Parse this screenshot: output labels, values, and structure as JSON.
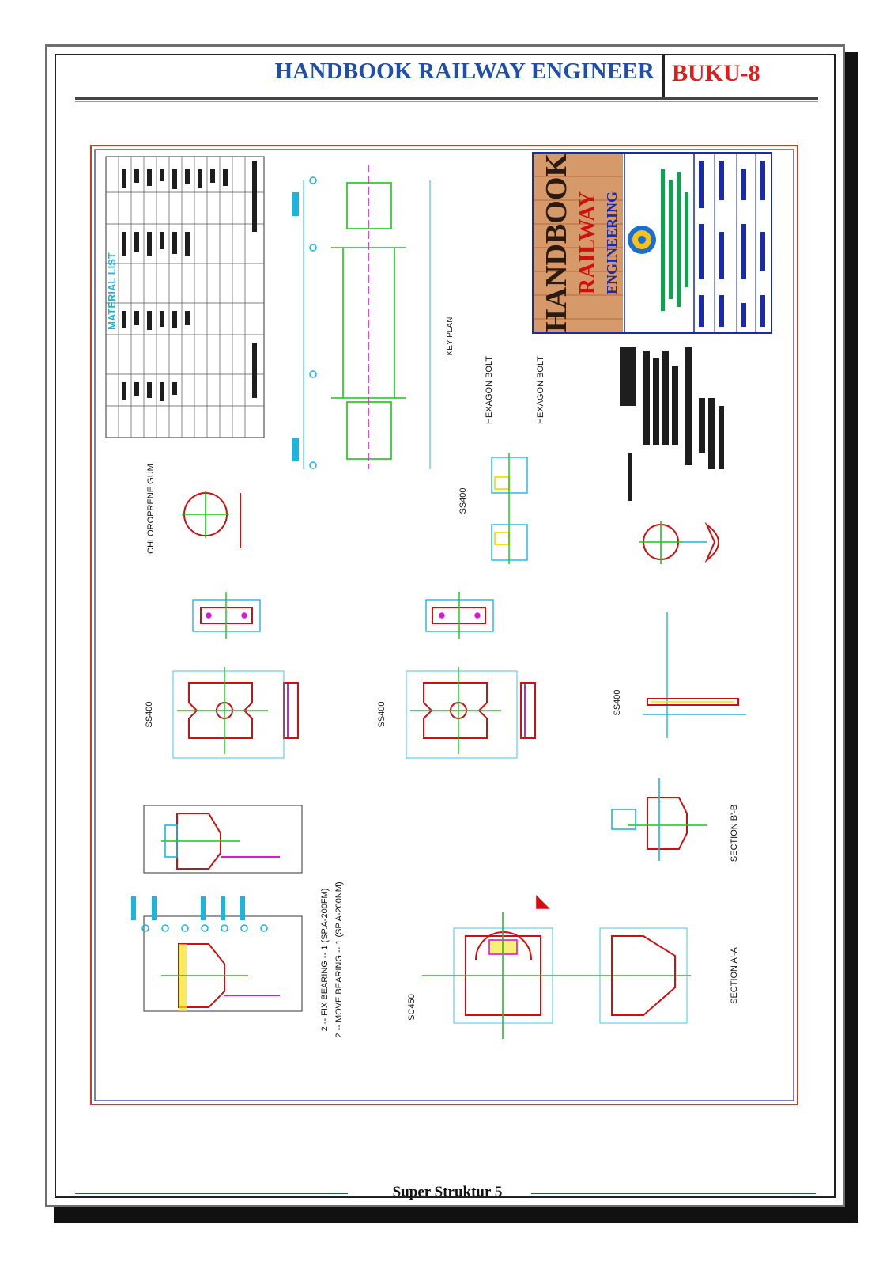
{
  "header": {
    "title": "HANDBOOK RAILWAY ENGINEER",
    "book": "BUKU-8"
  },
  "drawing": {
    "material_list_title": "MATERIAL LIST",
    "key_plan_label": "KEY PLAN",
    "hexagon_bolt_labels": [
      "HEXAGON BOLT",
      "HEXAGON BOLT"
    ],
    "chloroprene_label": "CHLOROPRENE GUM",
    "material_labels": [
      "SS400",
      "SS400",
      "SS400",
      "SS400",
      "SC450"
    ],
    "bearing_notes": [
      "2 -- FIX BEARING -- 1 (SP.A-200FM)",
      "2 -- MOVE BEARING -- 1 (SP.A-200NM)"
    ],
    "section_labels": [
      "SECTION B'-B",
      "SECTION A'-A"
    ],
    "logo_lines": [
      "HANDBOOK",
      "RAILWAY",
      "ENGINEERING"
    ],
    "colors": {
      "frame_red": "#d23a1e",
      "line_red": "#d01010",
      "cyan": "#19b7e0",
      "green": "#14c814",
      "magenta": "#d61bd6",
      "yellow": "#f5e21c",
      "blue": "#1a2aa8",
      "logo_bg": "#d69a6a"
    }
  },
  "footer": {
    "text": "Super Struktur 5"
  }
}
